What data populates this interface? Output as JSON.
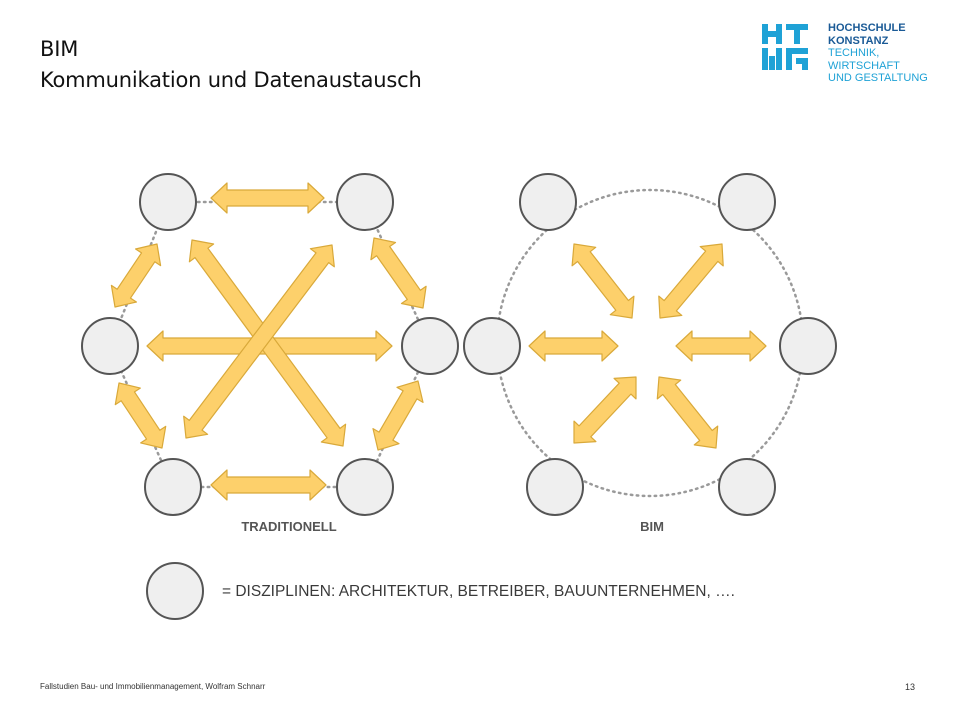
{
  "header": {
    "title_line1": "BIM",
    "title_line2": "Kommunikation und Datenaustausch"
  },
  "logo": {
    "line1": "HOCHSCHULE",
    "line2": "KONSTANZ",
    "line3": "TECHNIK, WIRTSCHAFT",
    "line4": "UND GESTALTUNG"
  },
  "diagram": {
    "left_label": "TRADITIONELL",
    "right_label": "BIM"
  },
  "legend": {
    "text": "= DISZIPLINEN: ARCHITEKTUR, BETREIBER, BAUUNTERNEHMEN, …."
  },
  "footer": {
    "left": "Fallstudien Bau- und Immobilienmanagement, Wolfram Schnarr",
    "page_number": "13"
  },
  "colors": {
    "arrow_fill": "#fdd06b",
    "arrow_stroke": "#d9a93a",
    "node_fill": "#efefef",
    "node_stroke": "#555555",
    "dots": "#9a9a9a",
    "logo_dark": "#1a5a96",
    "logo_light": "#1fa2d6"
  }
}
